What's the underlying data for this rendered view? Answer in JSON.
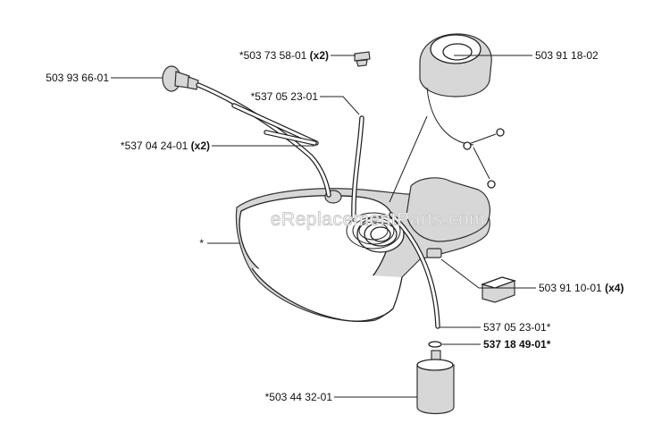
{
  "watermark": "eReplacementParts.com",
  "callouts": [
    {
      "id": "c1",
      "part": "*503 73 58-01",
      "qty": "(x2)"
    },
    {
      "id": "c2",
      "part": "503 93 66-01",
      "qty": ""
    },
    {
      "id": "c3",
      "part": "*537 05 23-01",
      "qty": ""
    },
    {
      "id": "c4",
      "part": "*537 04 24-01",
      "qty": "(x2)"
    },
    {
      "id": "c5",
      "part": "*",
      "qty": ""
    },
    {
      "id": "c6",
      "part": "503 91 18-02",
      "qty": ""
    },
    {
      "id": "c7",
      "part": "503 91 10-01",
      "qty": "(x4)"
    },
    {
      "id": "c8",
      "part": "537 05 23-01*",
      "qty": ""
    },
    {
      "id": "c9",
      "part": "537 18 49-01*",
      "qty": ""
    },
    {
      "id": "c10",
      "part": "*503 44 32-01",
      "qty": ""
    }
  ]
}
